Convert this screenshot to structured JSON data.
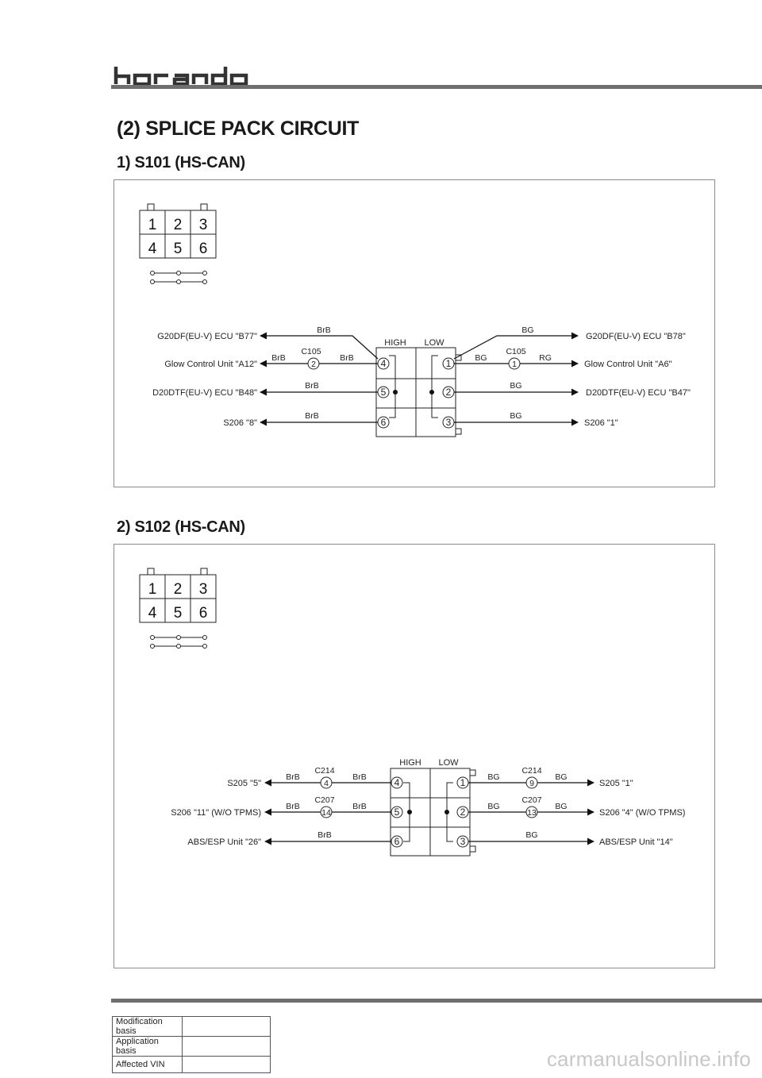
{
  "brand": {
    "logo_text": "korando"
  },
  "page": {
    "title": "(2) SPLICE PACK CIRCUIT",
    "sections": [
      {
        "heading": "1) S101 (HS-CAN)"
      },
      {
        "heading": "2) S102 (HS-CAN)"
      }
    ]
  },
  "s101": {
    "grid": [
      "1",
      "2",
      "3",
      "4",
      "5",
      "6"
    ],
    "high": "HIGH",
    "low": "LOW",
    "pins_left": [
      "4",
      "5",
      "6"
    ],
    "pins_right": [
      "1",
      "2",
      "3"
    ],
    "left": [
      {
        "label": "G20DF(EU-V) ECU \"B77\"",
        "wire": "BrB"
      },
      {
        "label": "Glow Control Unit \"A12\"",
        "wire_a": "BrB",
        "connector": "C105",
        "pin": "2",
        "wire_b": "BrB"
      },
      {
        "label": "D20DTF(EU-V) ECU \"B48\"",
        "wire": "BrB"
      },
      {
        "label": "S206 \"8\"",
        "wire": "BrB"
      }
    ],
    "right": [
      {
        "label": "G20DF(EU-V) ECU \"B78\"",
        "wire": "BG"
      },
      {
        "label": "Glow Control Unit \"A6\"",
        "wire_a": "BG",
        "connector": "C105",
        "pin": "1",
        "wire_b": "RG"
      },
      {
        "label": "D20DTF(EU-V) ECU \"B47\"",
        "wire": "BG"
      },
      {
        "label": "S206 \"1\"",
        "wire": "BG"
      }
    ]
  },
  "s102": {
    "grid": [
      "1",
      "2",
      "3",
      "4",
      "5",
      "6"
    ],
    "high": "HIGH",
    "low": "LOW",
    "pins_left": [
      "4",
      "5",
      "6"
    ],
    "pins_right": [
      "1",
      "2",
      "3"
    ],
    "left": [
      {
        "label": "S205 \"5\"",
        "wire_a": "BrB",
        "connector": "C214",
        "pin": "4",
        "wire_b": "BrB"
      },
      {
        "label": "S206 \"11\" (W/O TPMS)",
        "wire_a": "BrB",
        "connector": "C207",
        "pin": "14",
        "wire_b": "BrB"
      },
      {
        "label": "ABS/ESP Unit \"26\"",
        "wire": "BrB"
      }
    ],
    "right": [
      {
        "label": "S205 \"1\"",
        "wire_a": "BG",
        "connector": "C214",
        "pin": "9",
        "wire_b": "BG"
      },
      {
        "label": "S206 \"4\" (W/O TPMS)",
        "wire_a": "BG",
        "connector": "C207",
        "pin": "13",
        "wire_b": "BG"
      },
      {
        "label": "ABS/ESP Unit \"14\"",
        "wire": "BG"
      }
    ]
  },
  "mod_table": {
    "rows": [
      {
        "key": "Modification basis",
        "value": ""
      },
      {
        "key": "Application basis",
        "value": ""
      },
      {
        "key": "Affected VIN",
        "value": ""
      }
    ]
  },
  "watermark": "carmanualsonline.info",
  "colors": {
    "rule": "#6f6f6f",
    "frame": "#8c8c8c",
    "line": "#111111"
  }
}
